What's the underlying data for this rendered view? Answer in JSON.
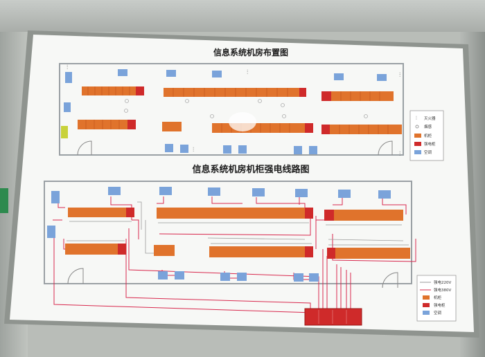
{
  "board": {
    "title_top": "信息系统机房布置图",
    "title_bottom": "信息系统机房机柜强电线路图"
  },
  "legend_top": {
    "items": [
      {
        "label": "灭火器",
        "swatch": "extinguisher"
      },
      {
        "label": "烟感",
        "swatch": "smoke-detector"
      },
      {
        "label": "机柜",
        "swatch": "#e0732c"
      },
      {
        "label": "强电柜",
        "swatch": "#cf2a2a"
      },
      {
        "label": "空调",
        "swatch": "#6f9bd6"
      }
    ]
  },
  "legend_bottom": {
    "items": [
      {
        "label": "强电220V",
        "swatch": "line-220"
      },
      {
        "label": "强电380V",
        "swatch": "line-380"
      },
      {
        "label": "机柜",
        "swatch": "#e0732c"
      },
      {
        "label": "强电柜",
        "swatch": "#cf2a2a"
      },
      {
        "label": "空调",
        "swatch": "#6f9bd6"
      }
    ]
  },
  "colors": {
    "cabinet": "#e0732c",
    "power_cabinet": "#cf2a2a",
    "ac_unit": "#7aa3da",
    "line_220": "#d8284d",
    "line_380": "#9a9a9a",
    "board": "#f7f8f6",
    "frame": "#8f948f"
  }
}
